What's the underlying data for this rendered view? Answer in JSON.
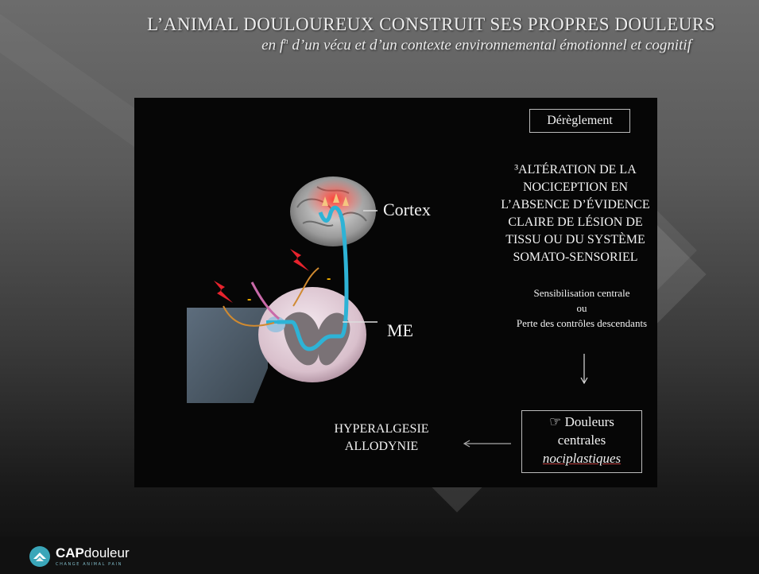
{
  "slide": {
    "title": "L’ANIMAL DOULOUREUX CONSTRUIT SES PROPRES DOULEURS",
    "subtitle_pre": "en f",
    "subtitle_sup": "n",
    "subtitle_post": " d’un vécu et d’un contexte environnemental émotionnel et cognitif"
  },
  "diagram": {
    "labels": {
      "cortex": "Cortex",
      "me": "ME"
    },
    "minus_signs": [
      "-",
      "-"
    ],
    "dereglement": "Dérèglement",
    "alteration_lines": [
      "³ALTÉRATION DE LA",
      "NOCICEPTION EN",
      "L’ABSENCE D’ÉVIDENCE",
      "CLAIRE DE LÉSION DE",
      "TISSU OU DU SYSTÈME",
      "SOMATO-SENSORIEL"
    ],
    "sensibilisation": "Sensibilisation centrale",
    "ou": "ou",
    "perte": "Perte des contrôles descendants",
    "douleurs_line1": "☞ Douleurs",
    "douleurs_line2": "centrales",
    "douleurs_line3": "nociplastiques",
    "result_line1": "HYPERALGESIE",
    "result_line2": "ALLODYNIE"
  },
  "footer": {
    "logo_cap": "CAP",
    "logo_rest": "douleur",
    "logo_tagline": "CHANGE ANIMAL PAIN"
  },
  "colors": {
    "nerve_blue": "#2eb3d6",
    "pain_red": "#e8232d",
    "nerve_orange": "#d08a30",
    "nerve_pink": "#c96aa9"
  }
}
